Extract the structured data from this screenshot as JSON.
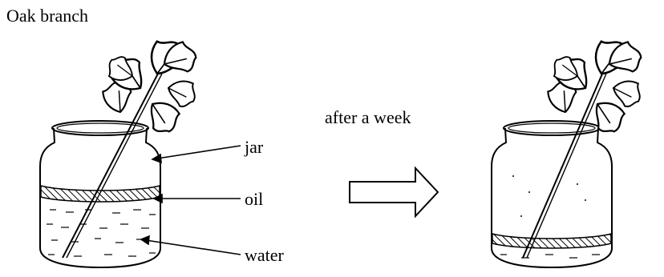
{
  "diagram": {
    "title": "Oak branch",
    "caption": "after a week",
    "labels": {
      "jar": "jar",
      "oil": "oil",
      "water": "water"
    }
  },
  "colors": {
    "ink": "#000000",
    "background": "#ffffff"
  },
  "icons": [
    "oak-leaf-icon",
    "arrow-right-icon"
  ]
}
